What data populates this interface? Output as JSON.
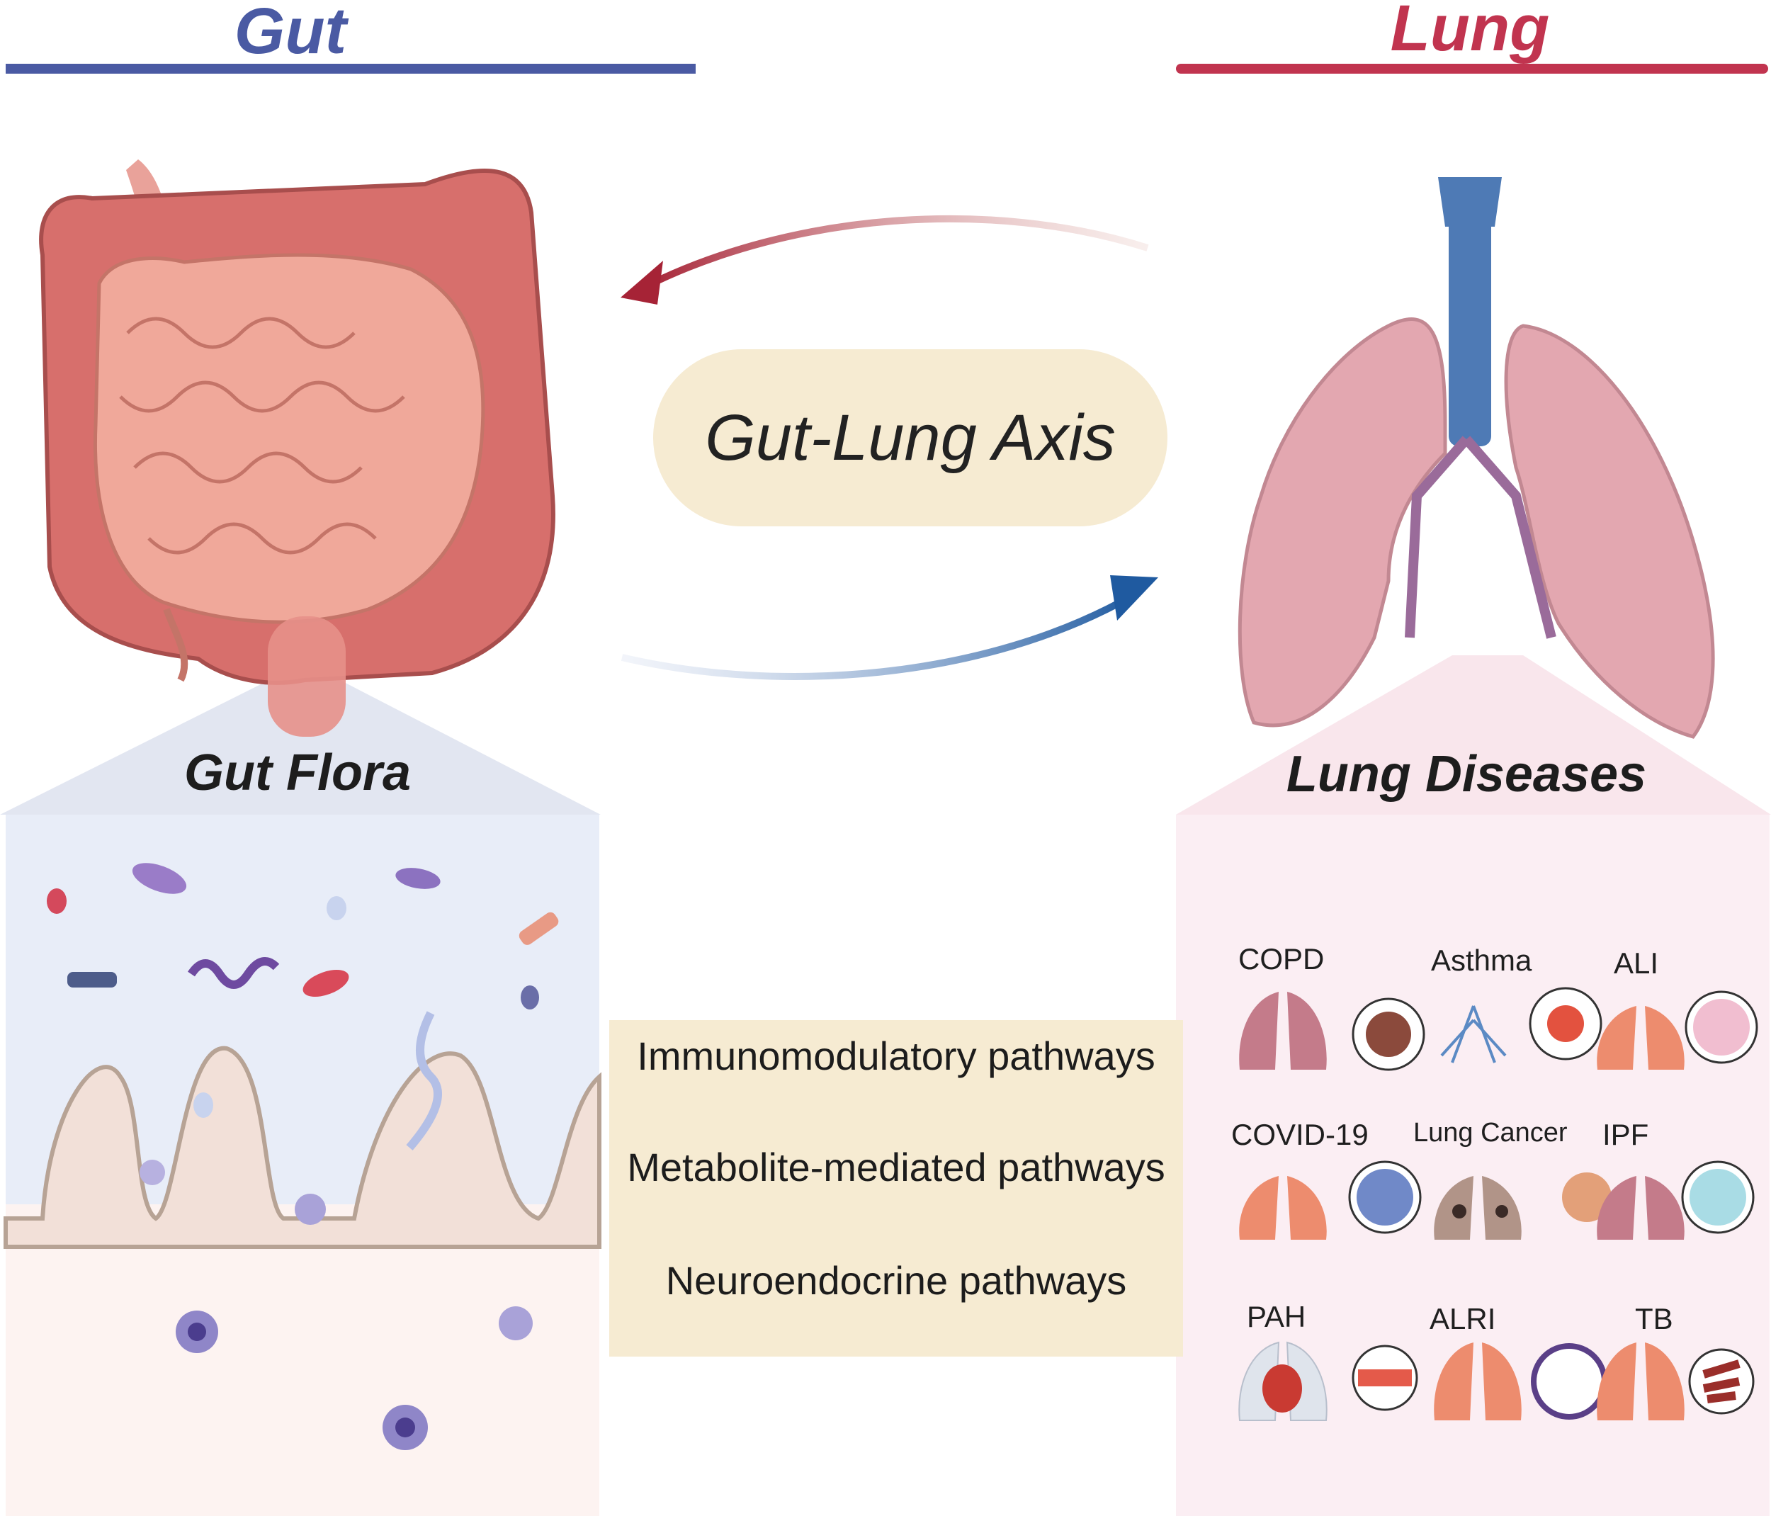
{
  "headers": {
    "gut": "Gut",
    "lung": "Lung"
  },
  "axis_label": "Gut-Lung Axis",
  "gut_zoom_title": "Gut Flora",
  "lung_zoom_title": "Lung Diseases",
  "pathways": [
    "Immunomodulatory pathways",
    "Metabolite-mediated pathways",
    "Neuroendocrine pathways"
  ],
  "diseases": [
    "COPD",
    "Asthma",
    "ALI",
    "COVID-19",
    "Lung Cancer",
    "IPF",
    "PAH",
    "ALRI",
    "TB"
  ],
  "colors": {
    "gut_accent": "#4a5aa3",
    "lung_accent": "#c1344f",
    "axis_pill": "#f6ebd2"
  }
}
